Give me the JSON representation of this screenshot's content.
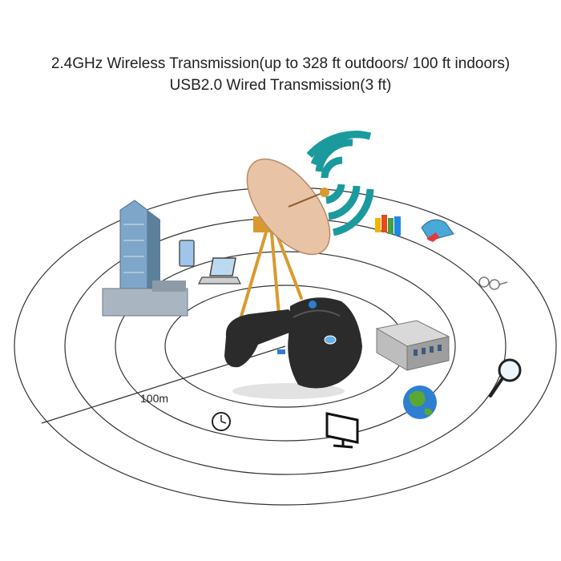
{
  "heading": {
    "line1": "2.4GHz Wireless Transmission(up to 328 ft outdoors/ 100 ft indoors)",
    "line2": "USB2.0 Wired Transmission(3 ft)"
  },
  "diagram": {
    "ring_label": "100m",
    "icons": [
      "skyscraper-icon",
      "tablet-icon",
      "laptop-icon",
      "satellite-dish-icon",
      "wifi-signal-icon",
      "books-icon",
      "car-icon",
      "glasses-icon",
      "factory-icon",
      "magnifier-icon",
      "globe-icon",
      "monitor-icon",
      "clock-icon",
      "barcode-scanner-icon"
    ]
  },
  "colors": {
    "ring": "#333333",
    "signal": "#1b9a9e",
    "dish": "#e8c3a5",
    "tripod": "#d89a2e",
    "scanner": "#2b2b2b",
    "accent": "#2a7fd4"
  }
}
